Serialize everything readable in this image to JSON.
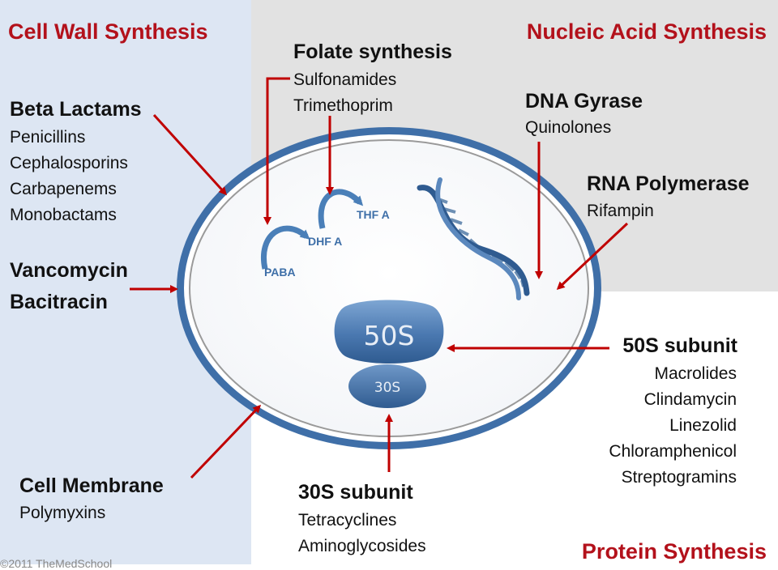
{
  "headings": {
    "cell_wall": "Cell Wall Synthesis",
    "nucleic_acid": "Nucleic Acid Synthesis",
    "protein": "Protein Synthesis"
  },
  "folate": {
    "title": "Folate synthesis",
    "items": [
      "Sulfonamides",
      "Trimethoprim"
    ]
  },
  "beta_lactams": {
    "title": "Beta Lactams",
    "items": [
      "Penicillins",
      "Cephalosporins",
      "Carbapenems",
      "Monobactams"
    ]
  },
  "vanco": {
    "line1": "Vancomycin",
    "line2": "Bacitracin"
  },
  "dna_gyrase": {
    "title": "DNA Gyrase",
    "items": [
      "Quinolones"
    ]
  },
  "rna_polymerase": {
    "title": "RNA Polymerase",
    "items": [
      "Rifampin"
    ]
  },
  "subunit_50s": {
    "title": "50S subunit",
    "items": [
      "Macrolides",
      "Clindamycin",
      "Linezolid",
      "Chloramphenicol",
      "Streptogramins"
    ]
  },
  "subunit_30s": {
    "title": "30S subunit",
    "items": [
      "Tetracyclines",
      "Aminoglycosides"
    ]
  },
  "cell_membrane": {
    "title": "Cell Membrane",
    "items": [
      "Polymyxins"
    ]
  },
  "pathway": {
    "paba": "PABA",
    "dhf": "DHF A",
    "thf": "THF A"
  },
  "ribosome": {
    "large": "50S",
    "small": "30S"
  },
  "footer": "©2011 TheMedSchool",
  "colors": {
    "heading_red": "#b3111b",
    "arrow_red": "#c00000",
    "cell_blue": "#3f6fa8",
    "cell_wall_bg": "#dde6f3",
    "nucleic_bg": "#e2e2e2"
  }
}
